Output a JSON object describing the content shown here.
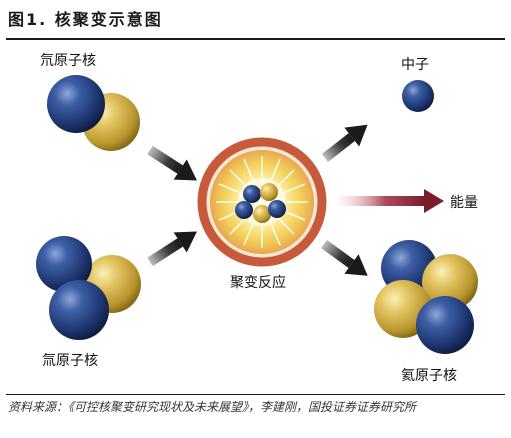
{
  "figure": {
    "title": "图1. 核聚变示意图"
  },
  "labels": {
    "deuterium": "氘原子核",
    "tritium": "氚原子核",
    "fusion": "聚变反应",
    "neutron": "中子",
    "energy": "能量",
    "helium": "氦原子核"
  },
  "colors": {
    "proton": "#243f7a",
    "neutron": "#d4b24a",
    "fusion_ring": "#c85a3c",
    "fusion_glow": "#f4dc68",
    "arrow": "#2a2a2a",
    "energy_arrow": "#7a1e2e"
  },
  "source": "资料来源：《可控核聚变研究现状及未来展望》，李建刚，国投证券证券研究所"
}
